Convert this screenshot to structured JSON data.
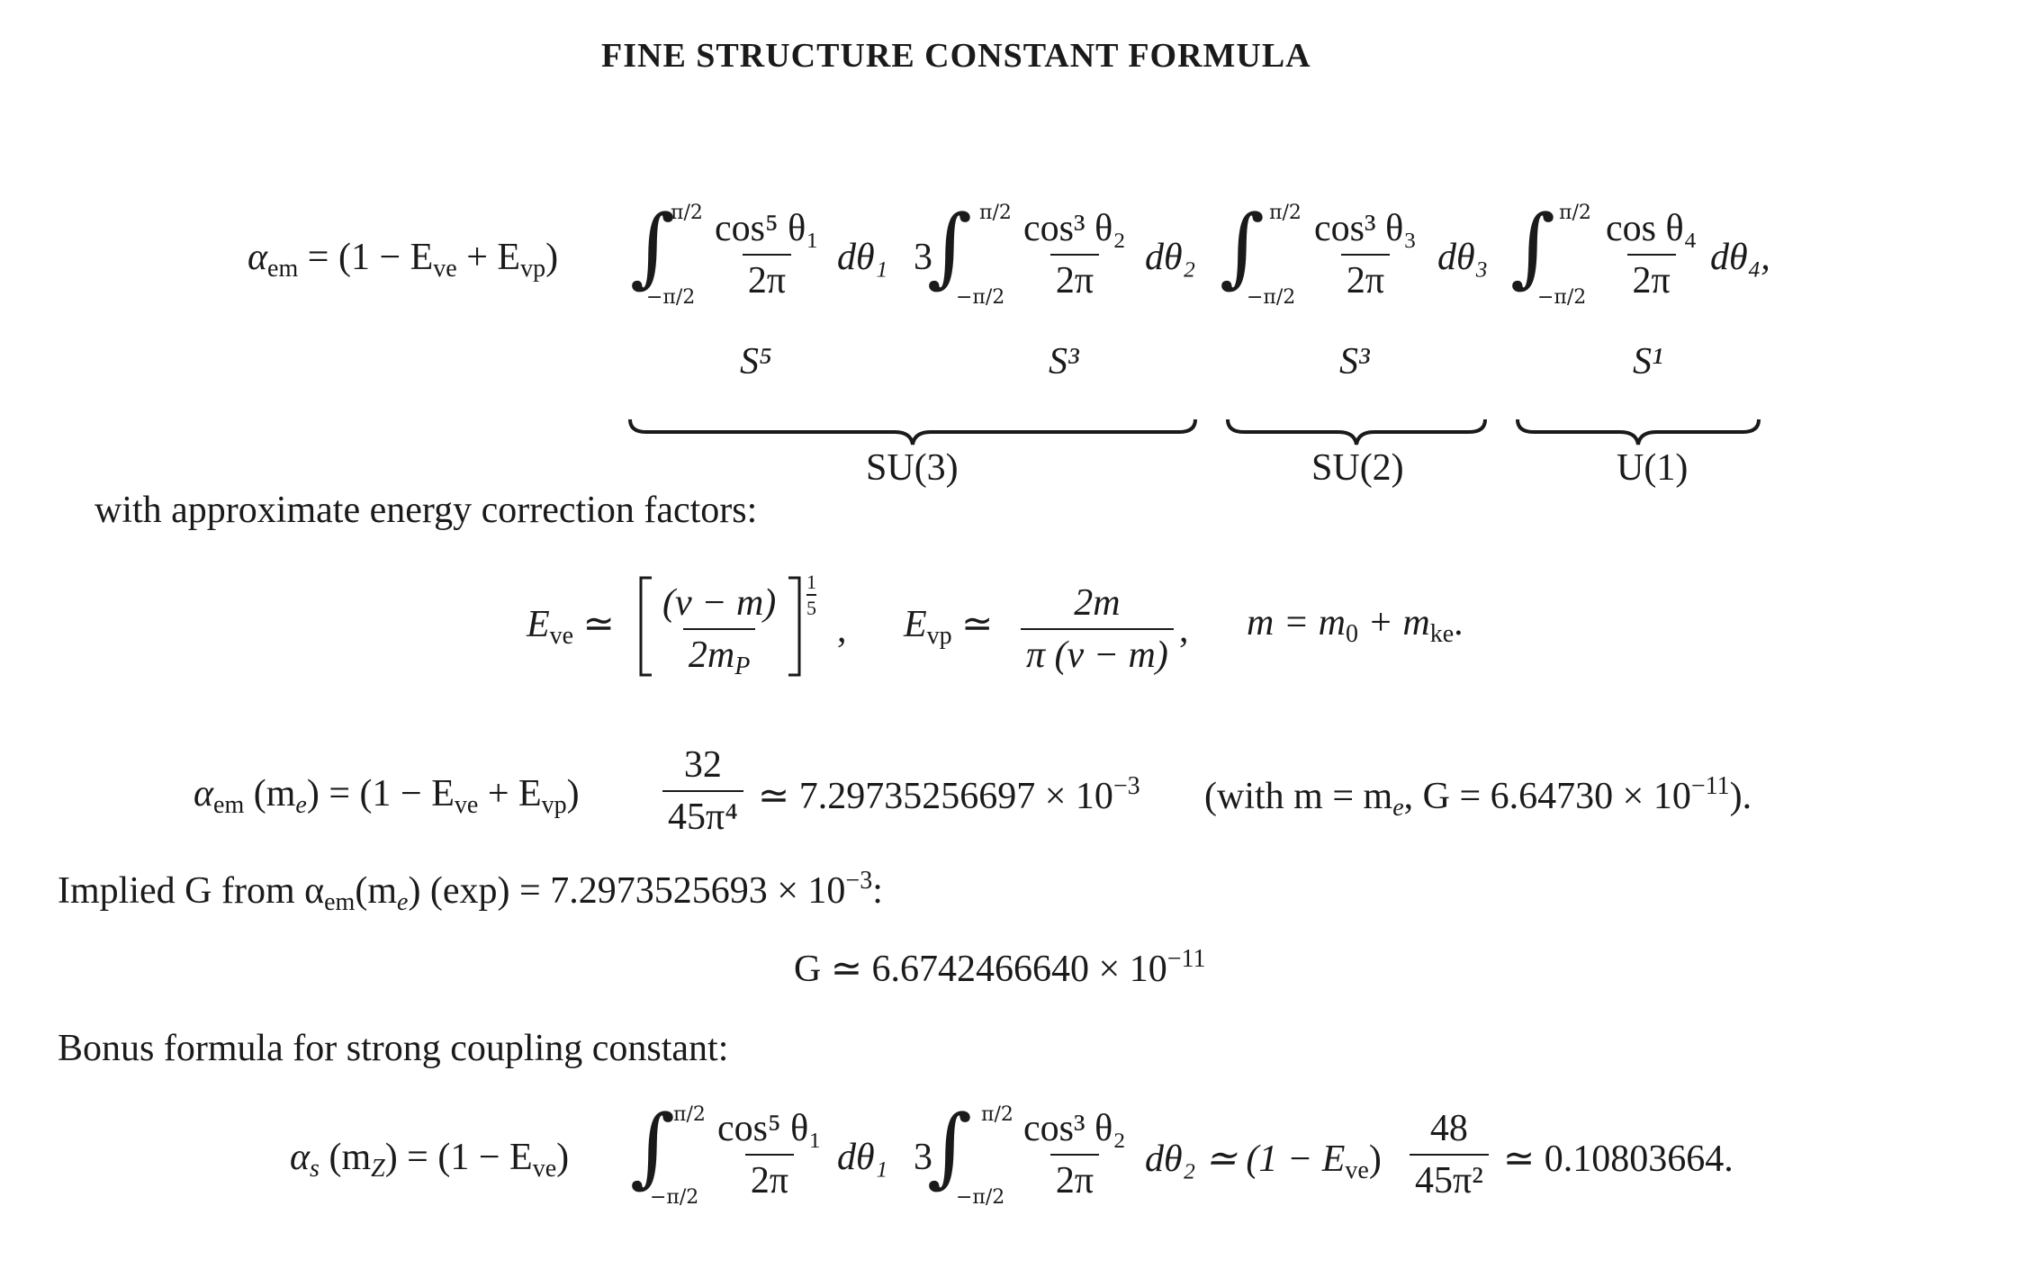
{
  "title": "FINE STRUCTURE CONSTANT FORMULA",
  "main_eq": {
    "lhs": "α",
    "lhs_sub": "em",
    "prefactor": "= (1 − E",
    "ve_sub": "ve",
    "plus": " + E",
    "vp_sub": "vp",
    "close": ")",
    "upper_lim": "π/2",
    "lower_lim": "−π/2",
    "integrals": [
      {
        "coef": "",
        "num": "cos⁵ θ₁",
        "den": "2π",
        "diff": "dθ₁",
        "sphere": "S⁵"
      },
      {
        "coef": "3",
        "num": "cos³ θ₂",
        "den": "2π",
        "diff": "dθ₂",
        "sphere": "S³"
      },
      {
        "coef": "",
        "num": "cos³ θ₃",
        "den": "2π",
        "diff": "dθ₃",
        "sphere": "S³"
      },
      {
        "coef": "",
        "num": "cos θ₄",
        "den": "2π",
        "diff": "dθ₄,",
        "sphere": "S¹"
      }
    ],
    "groups": [
      "SU(3)",
      "SU(2)",
      "U(1)"
    ]
  },
  "text_corrections": "with approximate energy correction factors:",
  "corrections": {
    "eve_lhs": "E",
    "eve_sub": "ve",
    "approx": "≃",
    "eve_num": "(v − m)",
    "eve_den": "2m",
    "eve_den_sub": "P",
    "eve_exp_num": "1",
    "eve_exp_den": "5",
    "evp_lhs": "E",
    "evp_sub": "vp",
    "evp_num": "2m",
    "evp_den": "π (v − m)",
    "m_def": "m = m",
    "m0_sub": "0",
    "m_plus": " + m",
    "mke_sub": "ke",
    "m_end": "."
  },
  "alpha_me": {
    "lhs": "α",
    "lhs_sub": "em",
    "arg": " (m",
    "arg_sub": "e",
    "mid": ") = (1 − E",
    "ve_sub": "ve",
    "plus": " + E",
    "vp_sub": "vp",
    "close": ")",
    "frac_num": "32",
    "frac_den": "45π⁴",
    "result": "≃ 7.29735256697 × 10",
    "result_exp": "−3",
    "note": "(with m = m",
    "note_sub": "e",
    "note_rest": ",  G = 6.64730 × 10",
    "note_exp": "−11",
    "note_end": ")."
  },
  "implied_text": {
    "pre": "Implied G from α",
    "sub": "em",
    "mid": "(m",
    "mid_sub": "e",
    "post": ") (exp) = 7.2973525693 × 10",
    "exp": "−3",
    "end": ":"
  },
  "g_value": {
    "text": "G ≃ 6.6742466640 × 10",
    "exp": "−11"
  },
  "bonus_text": "Bonus formula for strong coupling constant:",
  "bonus_eq": {
    "lhs": "α",
    "lhs_sub": "s",
    "arg": " (m",
    "arg_sub": "Z",
    "mid": ") = (1 − E",
    "ve_sub": "ve",
    "close": ")",
    "int1_num": "cos⁵ θ₁",
    "int1_den": "2π",
    "int1_diff": "dθ₁",
    "coef": "3",
    "int2_num": "cos³ θ₂",
    "int2_den": "2π",
    "int2_diff": "dθ₂ ≃ (1 − E",
    "ve_sub2": "ve",
    "close2": ")",
    "frac_num": "48",
    "frac_den": "45π²",
    "result": "≃ 0.10803664."
  }
}
